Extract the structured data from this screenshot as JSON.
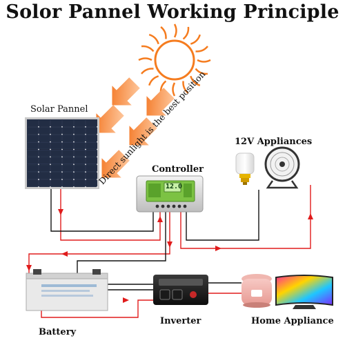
{
  "title": "Solor Pannel Working Principle",
  "labels": {
    "solar_panel": "Solar Pannel",
    "direct_sunlight": "Direct sunlight is the best position",
    "controller": "Controller",
    "appliances_12v": "12V Appliances",
    "battery": "Battery",
    "inverter": "Inverter",
    "home_appliance": "Home Appliance"
  },
  "controller_display": "12.0",
  "colors": {
    "sun": "#f57c1f",
    "arrows": "#f47a20",
    "positive_wire": "#e01b1b",
    "negative_wire": "#111111",
    "panel": "#1b2435"
  }
}
